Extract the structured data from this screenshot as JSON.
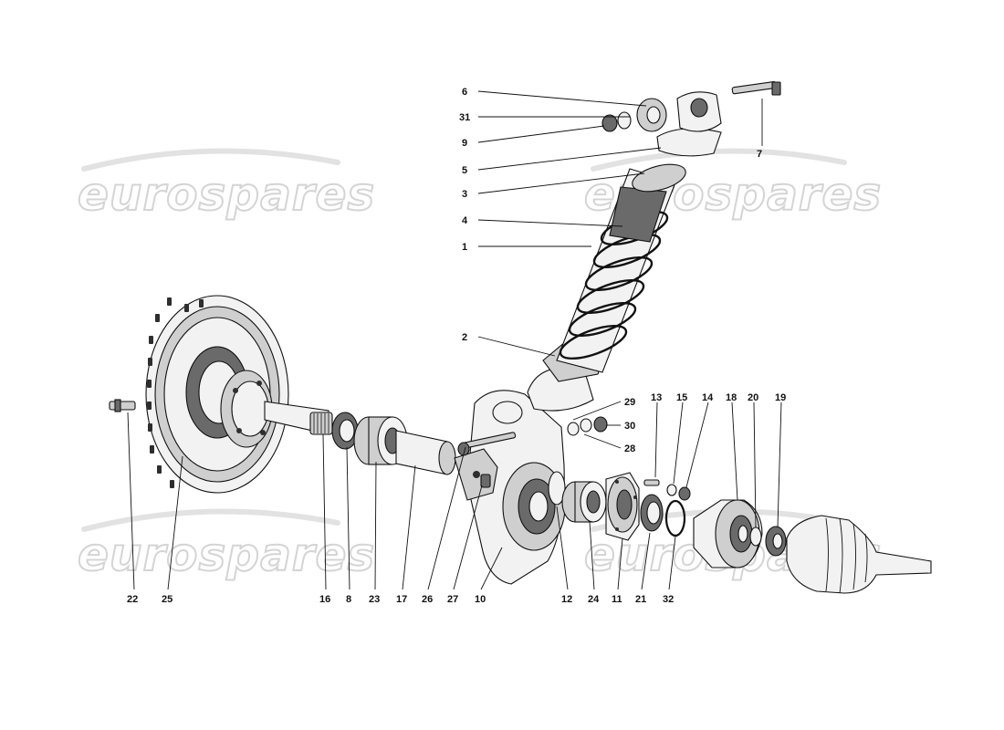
{
  "watermark": {
    "text": "eurospares",
    "color": "#d4d4d4"
  },
  "callouts": [
    {
      "id": "6",
      "label": "6"
    },
    {
      "id": "31",
      "label": "31"
    },
    {
      "id": "9",
      "label": "9"
    },
    {
      "id": "5",
      "label": "5"
    },
    {
      "id": "3",
      "label": "3"
    },
    {
      "id": "4",
      "label": "4"
    },
    {
      "id": "1",
      "label": "1"
    },
    {
      "id": "2",
      "label": "2"
    },
    {
      "id": "7",
      "label": "7"
    },
    {
      "id": "29",
      "label": "29"
    },
    {
      "id": "30",
      "label": "30"
    },
    {
      "id": "28",
      "label": "28"
    },
    {
      "id": "13",
      "label": "13"
    },
    {
      "id": "15",
      "label": "15"
    },
    {
      "id": "14",
      "label": "14"
    },
    {
      "id": "18",
      "label": "18"
    },
    {
      "id": "20",
      "label": "20"
    },
    {
      "id": "19",
      "label": "19"
    },
    {
      "id": "22",
      "label": "22"
    },
    {
      "id": "25",
      "label": "25"
    },
    {
      "id": "16",
      "label": "16"
    },
    {
      "id": "8",
      "label": "8"
    },
    {
      "id": "23",
      "label": "23"
    },
    {
      "id": "17",
      "label": "17"
    },
    {
      "id": "26",
      "label": "26"
    },
    {
      "id": "27",
      "label": "27"
    },
    {
      "id": "10",
      "label": "10"
    },
    {
      "id": "12",
      "label": "12"
    },
    {
      "id": "24",
      "label": "24"
    },
    {
      "id": "11",
      "label": "11"
    },
    {
      "id": "21",
      "label": "21"
    },
    {
      "id": "32",
      "label": "32"
    }
  ]
}
